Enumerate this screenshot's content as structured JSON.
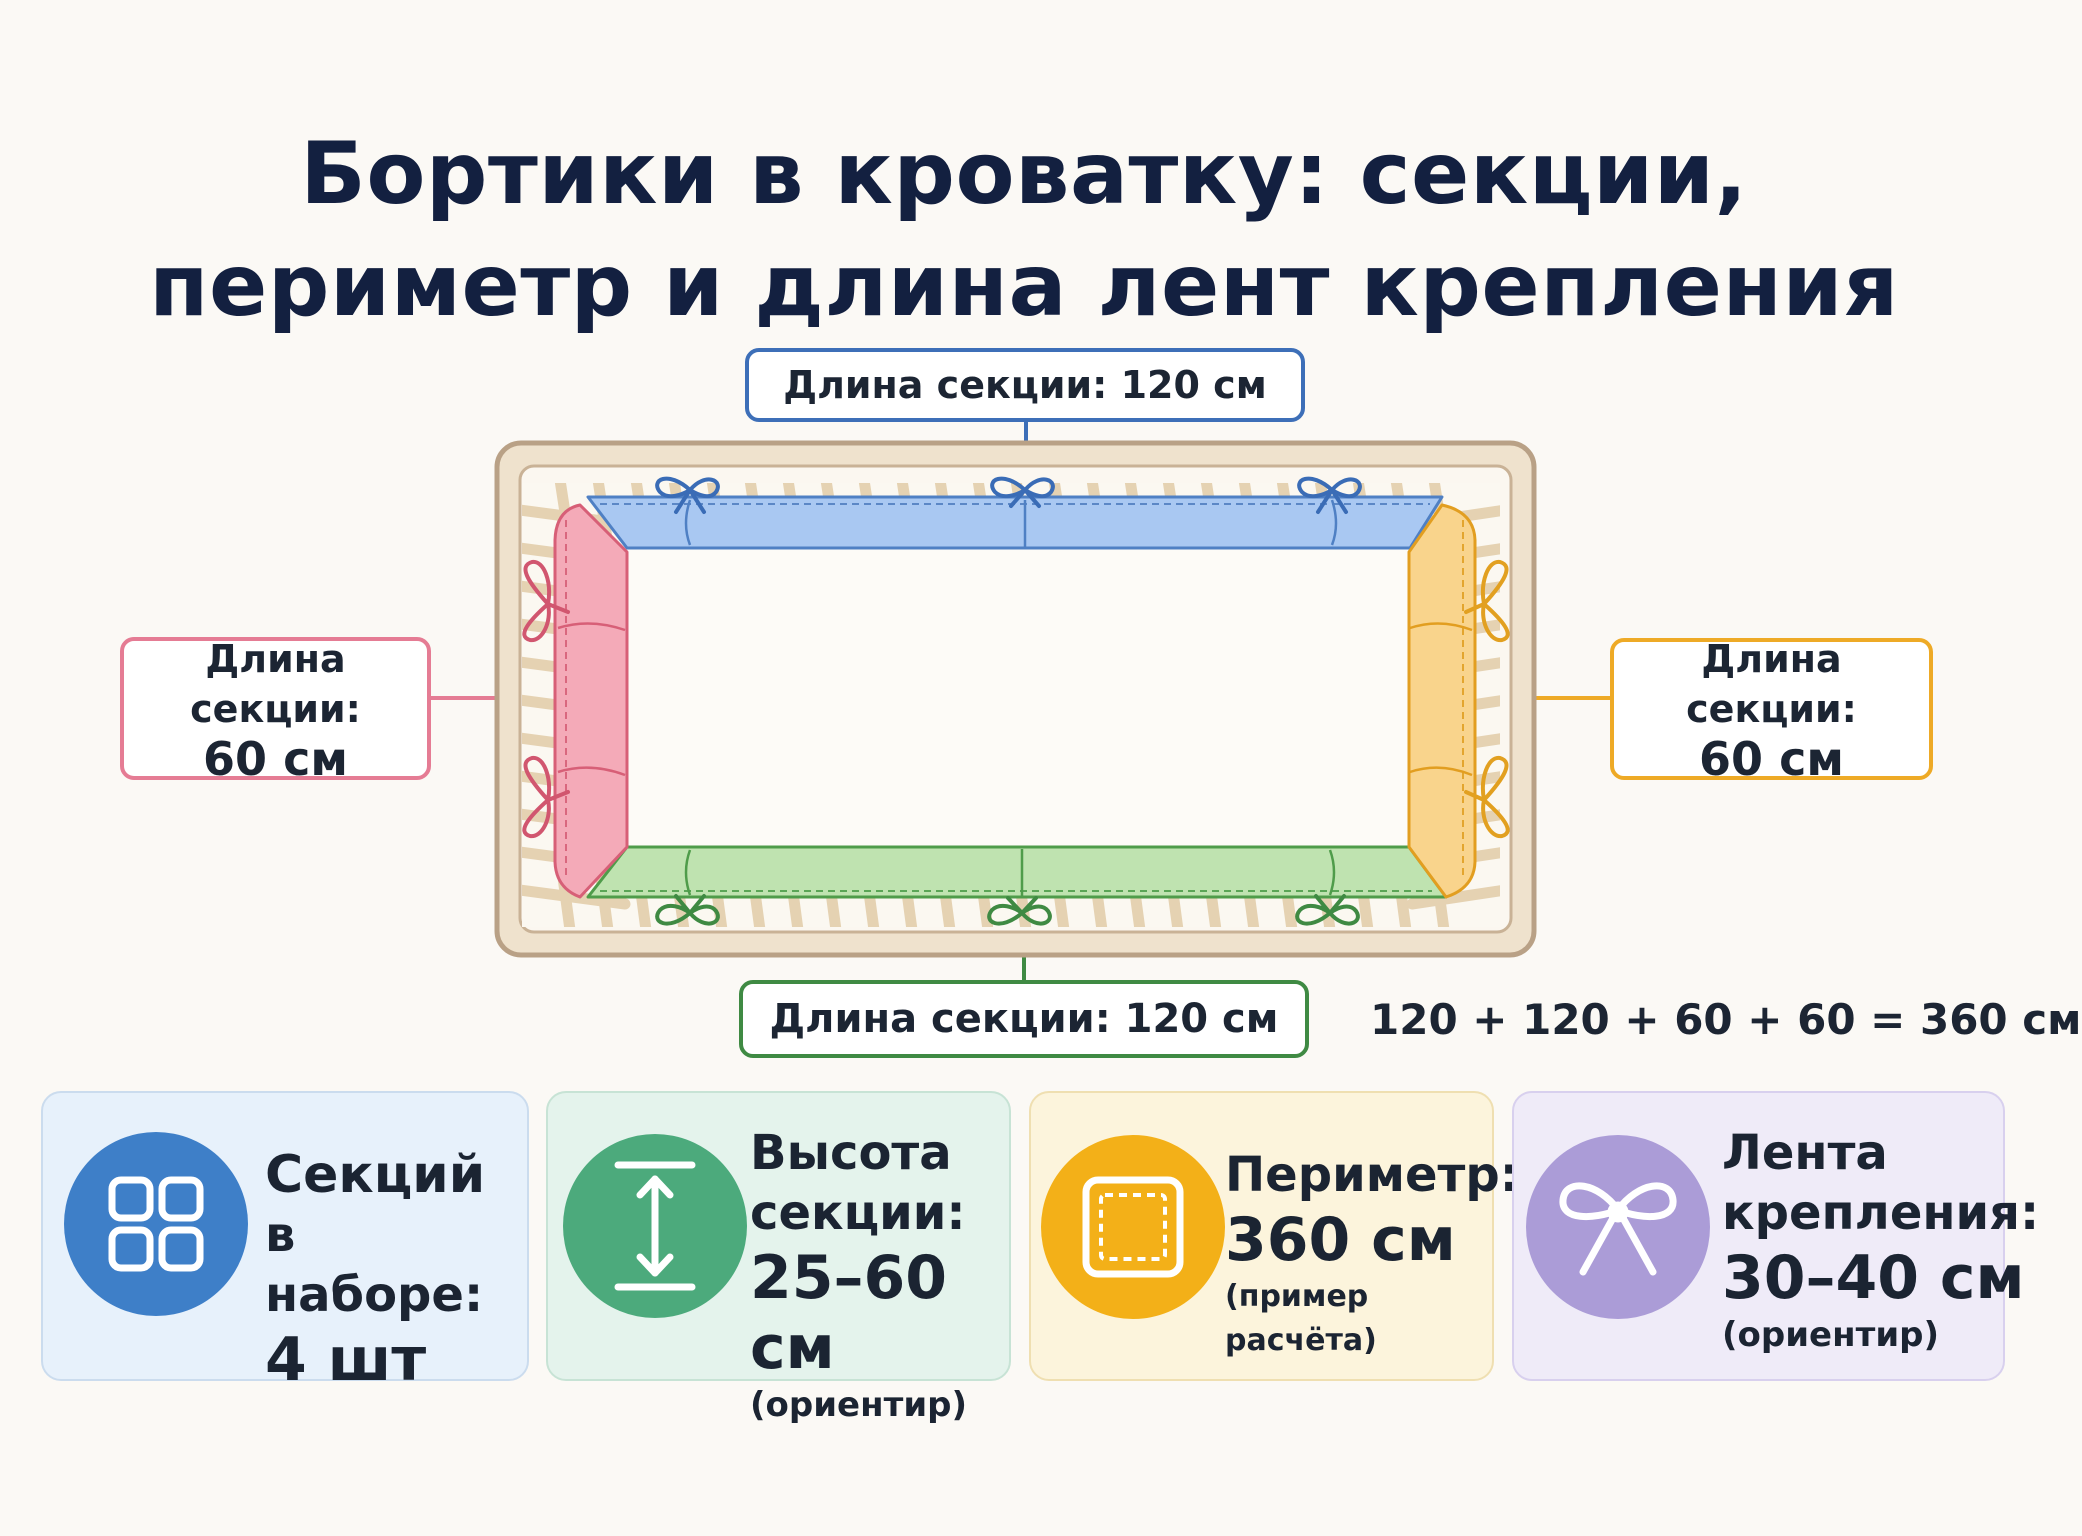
{
  "title": {
    "line1": "Бортики в кроватку: секции,",
    "line2": "периметр и длина лент крепления"
  },
  "callouts": {
    "top": "Длина секции: 120 см",
    "bottom": "Длина секции: 120 см",
    "left": {
      "label": "Длина секции:",
      "value": "60 см"
    },
    "right": {
      "label": "Длина секции:",
      "value": "60 см"
    }
  },
  "formula": "120 + 120 + 60 + 60 = 360 см",
  "cards": [
    {
      "id": "sections",
      "icon": "grid-icon",
      "lines": [
        "Секций",
        "в наборе:",
        "4 шт"
      ]
    },
    {
      "id": "height",
      "icon": "height-arrow-icon",
      "lines": [
        "Высота",
        "секции:",
        "25–60 см"
      ],
      "note": "(ориентир)"
    },
    {
      "id": "perimeter",
      "icon": "perimeter-frame-icon",
      "lines": [
        "Периметр:",
        "360 см"
      ],
      "note": "(пример расчёта)"
    },
    {
      "id": "ribbon",
      "icon": "bow-icon",
      "lines": [
        "Лента",
        "крепления:",
        "30–40 см"
      ],
      "note": "(ориентир)"
    }
  ],
  "colors": {
    "top_section": "#a9c8f2",
    "bottom_section": "#bfe3b0",
    "left_section": "#f4aab8",
    "right_section": "#f9d48c",
    "crib_frame": "#f1e4cf",
    "icon_blue": "#3e7fc8",
    "icon_green": "#4caa7c",
    "icon_orange": "#f3b018",
    "icon_purple": "#ab9cd7"
  }
}
